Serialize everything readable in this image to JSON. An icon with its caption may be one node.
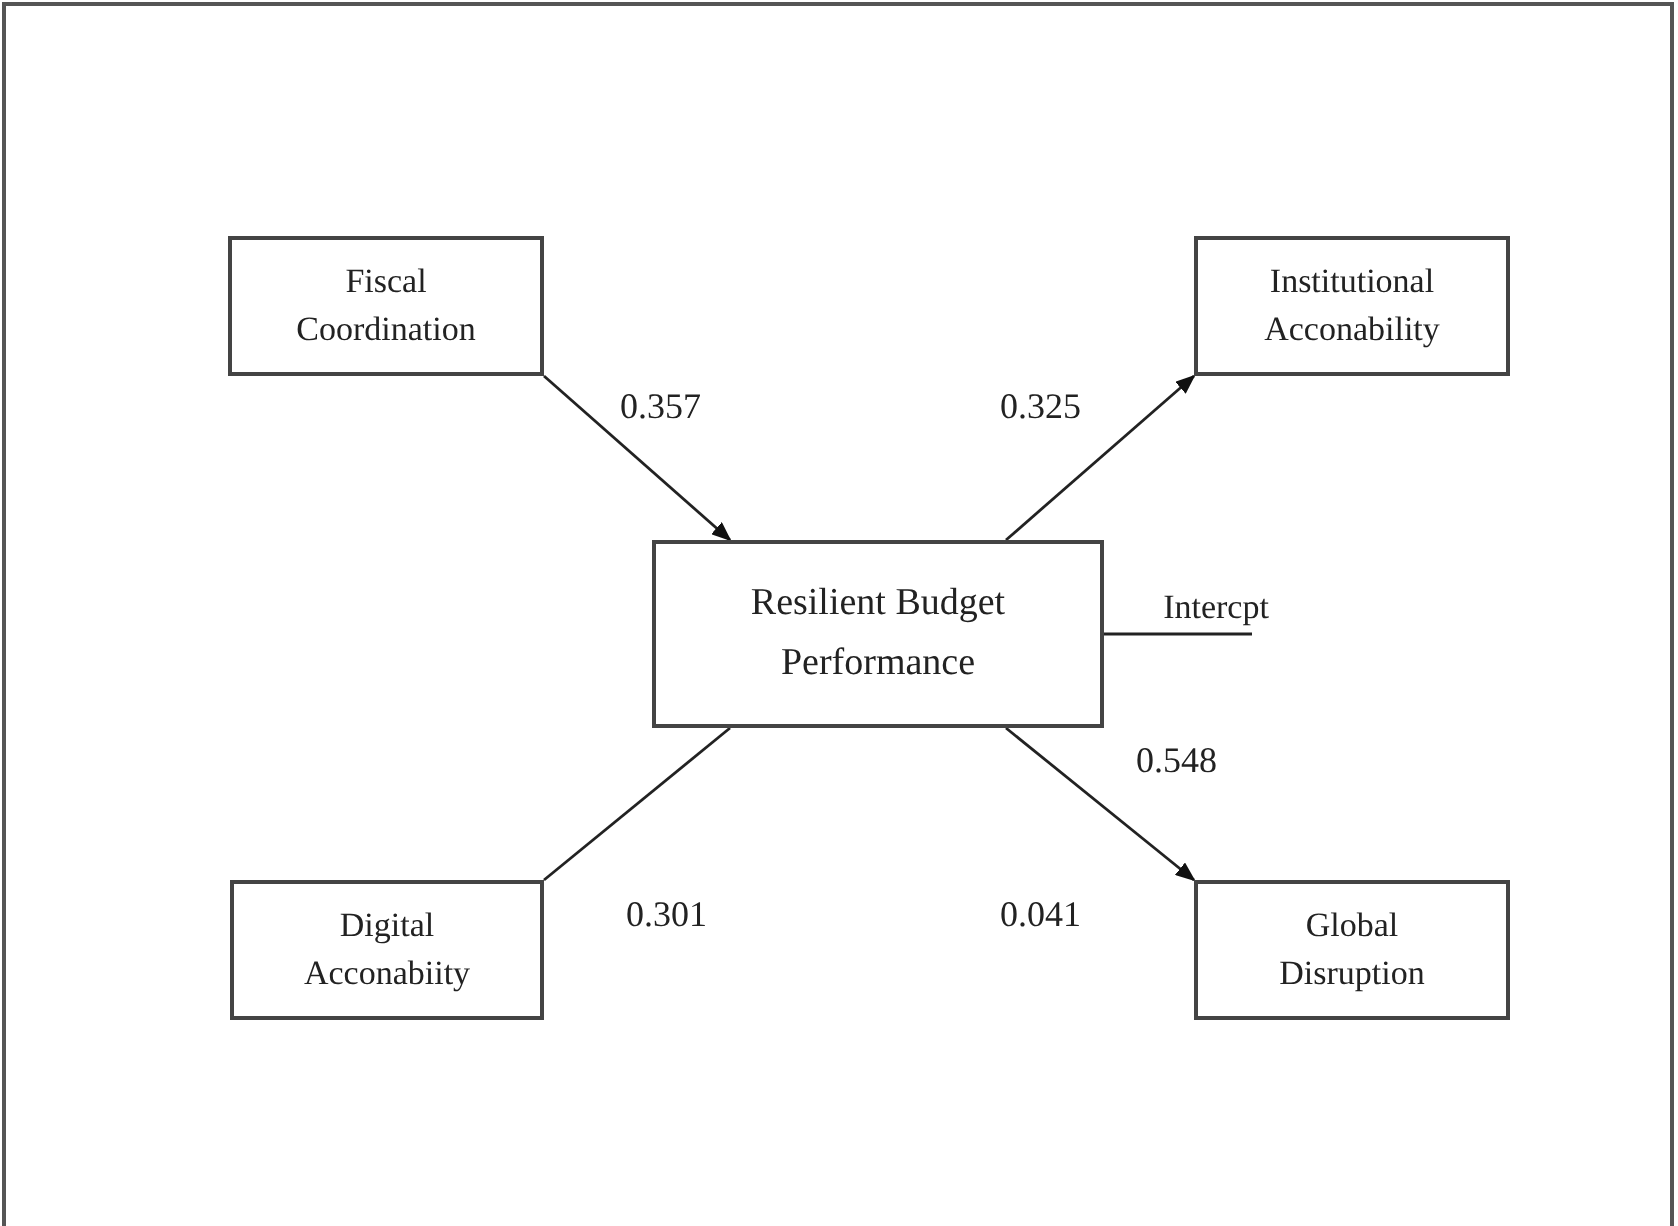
{
  "diagram": {
    "nodes": [
      {
        "text": [
          "Fiscal Coordination"
        ]
      },
      {
        "text": [
          "Institutional Acconability"
        ]
      },
      {
        "text": [
          "Resilient Budget Performance"
        ]
      },
      {
        "text": [
          "Digital Acconabiity"
        ]
      },
      {
        "text": [
          "Global Disruption"
        ]
      },
      {
        "text": [
          "Intercpt"
        ]
      }
    ],
    "edges": [
      {
        "from": 0,
        "to": 2,
        "arrow": "to",
        "label": "0.357"
      },
      {
        "from": 2,
        "to": 1,
        "arrow": "to",
        "label": "0.325"
      },
      {
        "from": 3,
        "to": 2,
        "arrow": "none",
        "label": "0.301"
      },
      {
        "from": 2,
        "to": 4,
        "arrow": "to",
        "label": "0.041"
      },
      {
        "from": 2,
        "to": 5,
        "arrow": "none"
      }
    ],
    "labels": [
      "0.548"
    ]
  }
}
